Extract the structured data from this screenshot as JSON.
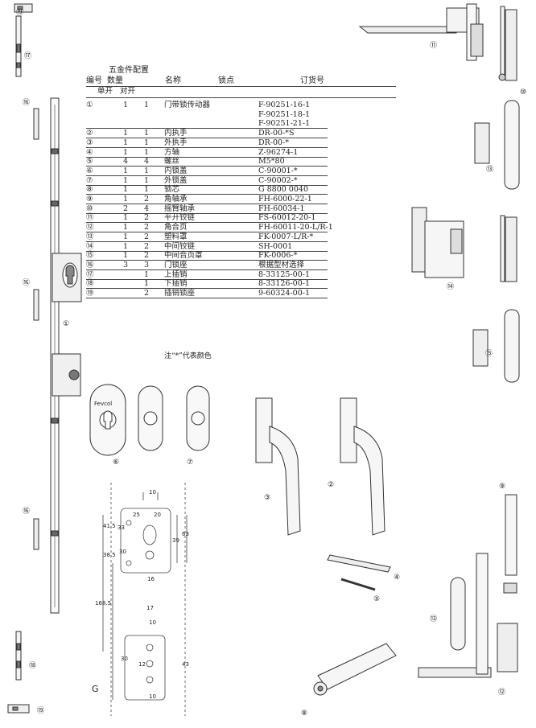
{
  "table": {
    "title": "五金件配置",
    "headers": {
      "no": "编号",
      "qty": "数量",
      "name": "名称",
      "lockpoint": "锁点",
      "order": "订货号"
    },
    "subheaders": {
      "single": "单开",
      "double": "对开"
    },
    "rows": [
      {
        "no": "①",
        "single": "1",
        "double": "1",
        "name": "门带锁传动器",
        "order": "F-90251-16-1"
      },
      {
        "no": "",
        "single": "",
        "double": "",
        "name": "",
        "order": "F-90251-18-1"
      },
      {
        "no": "",
        "single": "",
        "double": "",
        "name": "",
        "order": "F-90251-21-1"
      },
      {
        "no": "②",
        "single": "1",
        "double": "1",
        "name": "内执手",
        "order": "DR-00-*S"
      },
      {
        "no": "③",
        "single": "1",
        "double": "1",
        "name": "外执手",
        "order": "DR-00-*"
      },
      {
        "no": "④",
        "single": "1",
        "double": "1",
        "name": "方轴",
        "order": "Z-96274-1"
      },
      {
        "no": "⑤",
        "single": "4",
        "double": "4",
        "name": "螺丝",
        "order": "M5*80"
      },
      {
        "no": "⑥",
        "single": "1",
        "double": "1",
        "name": "内锁盖",
        "order": "C-90001-*"
      },
      {
        "no": "⑦",
        "single": "1",
        "double": "1",
        "name": "外锁盖",
        "order": "C-90002-*"
      },
      {
        "no": "⑧",
        "single": "1",
        "double": "1",
        "name": "锁芯",
        "order": "G 8800 0040"
      },
      {
        "no": "⑨",
        "single": "1",
        "double": "2",
        "name": "角轴承",
        "order": "FH-6000-22-1"
      },
      {
        "no": "⑩",
        "single": "2",
        "double": "4",
        "name": "摇臂轴承",
        "order": "FH-60034-1"
      },
      {
        "no": "⑪",
        "single": "1",
        "double": "2",
        "name": "平开铰链",
        "order": "FS-60012-20-1"
      },
      {
        "no": "⑫",
        "single": "1",
        "double": "2",
        "name": "角合页",
        "order": "FH-60011-20-L/R-1"
      },
      {
        "no": "⑬",
        "single": "1",
        "double": "2",
        "name": "塑料罩",
        "order": "FK-0007-L/R-*"
      },
      {
        "no": "⑭",
        "single": "1",
        "double": "2",
        "name": "中间铰链",
        "order": "SH-0001"
      },
      {
        "no": "⑮",
        "single": "1",
        "double": "2",
        "name": "中间合页罩",
        "order": "FK-0006-*"
      },
      {
        "no": "⑯",
        "single": "3",
        "double": "3",
        "name": "门锁座",
        "order": "根据型材选择"
      },
      {
        "no": "⑰",
        "single": "",
        "double": "1",
        "name": "上插销",
        "order": "8-33125-00-1"
      },
      {
        "no": "⑱",
        "single": "",
        "double": "1",
        "name": "下插销",
        "order": "8-33126-00-1"
      },
      {
        "no": "⑲",
        "single": "",
        "double": "2",
        "name": "插销锁座",
        "order": "9-60324-00-1"
      }
    ],
    "note": "注“*”代表颜色"
  },
  "callouts": {
    "c1": "①",
    "c2": "②",
    "c3": "③",
    "c4": "④",
    "c5": "⑤",
    "c6": "⑥",
    "c7": "⑦",
    "c8": "⑧",
    "c9": "⑨",
    "c10": "⑩",
    "c11": "⑪",
    "c12": "⑫",
    "c13": "⑬",
    "c14": "⑭",
    "c15": "⑮",
    "c16": "⑯",
    "c17": "⑰",
    "c18": "⑱",
    "c19": "⑲"
  },
  "brand": "Fevcol",
  "dims": {
    "d10a": "10",
    "d25": "25",
    "d20": "20",
    "d33": "33",
    "d41_5": "41.5",
    "d30": "30",
    "d39": "39",
    "d63": "63",
    "d38_5": "38.5",
    "d16": "16",
    "d168_5": "168.5",
    "d10b": "10",
    "d17": "17",
    "d30b": "30",
    "d12": "12",
    "d43": "43",
    "d10c": "10",
    "g": "G"
  }
}
